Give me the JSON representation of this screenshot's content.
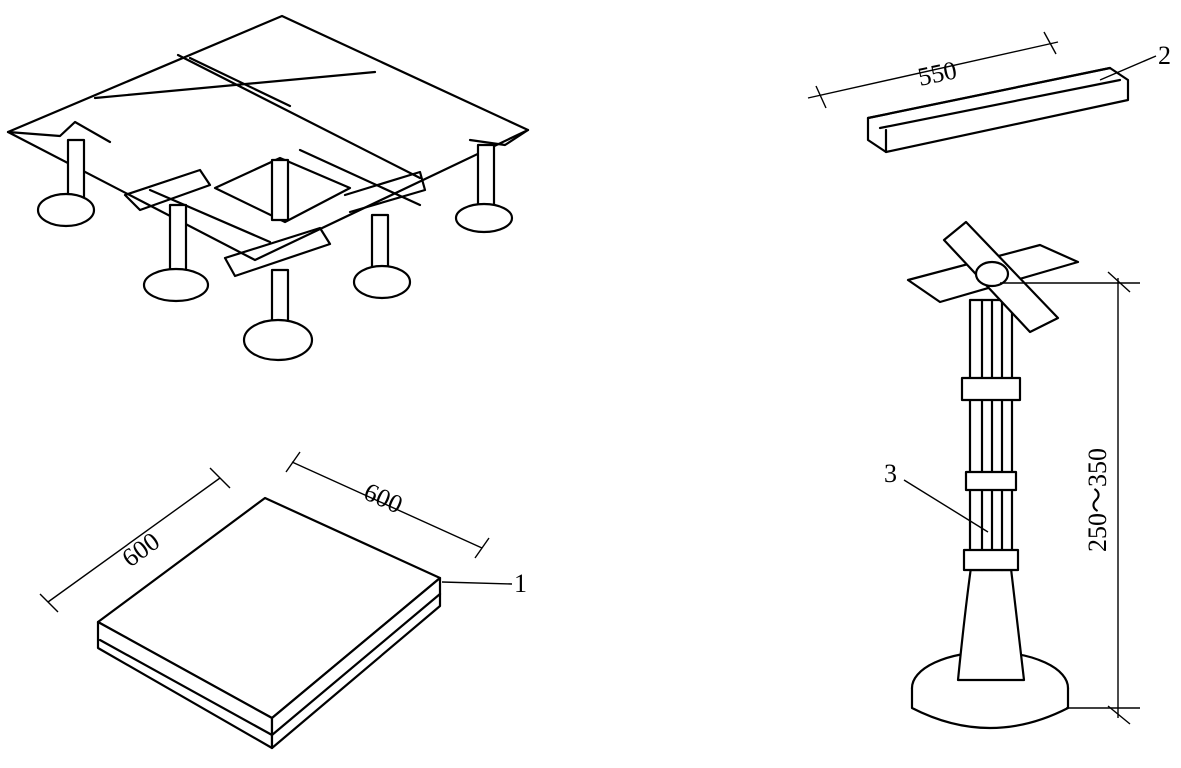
{
  "labels": {
    "dim_tile_left": "600",
    "dim_tile_right": "600",
    "dim_stringer": "550",
    "dim_pedestal_height": "250～350",
    "callout_1": "1",
    "callout_2": "2",
    "callout_3": "3"
  }
}
